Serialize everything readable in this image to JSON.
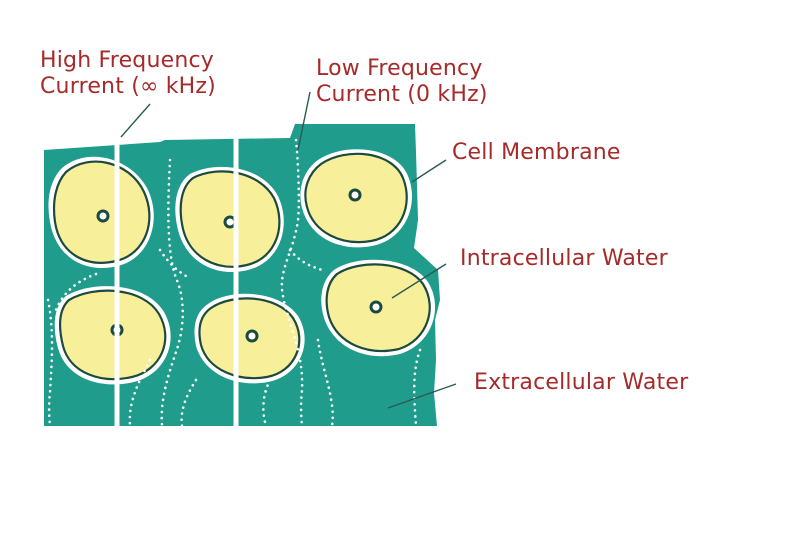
{
  "labels": {
    "high_frequency": {
      "line1": "High Frequency",
      "line2": "Current (∞ kHz)"
    },
    "low_frequency": {
      "line1": "Low Frequency",
      "line2": "Current (0 kHz)"
    },
    "cell_membrane": "Cell Membrane",
    "intracellular_water": "Intracellular Water",
    "extracellular_water": "Extracellular Water"
  },
  "colors": {
    "tissue": "#1f9c8c",
    "cell_fill": "#f7ef9a",
    "membrane_outer": "#ffffff",
    "membrane_inner": "#1d4a40",
    "nucleus": "#1d4a40",
    "label_text": "#a62a2a",
    "leader_line": "#2a5a52"
  }
}
